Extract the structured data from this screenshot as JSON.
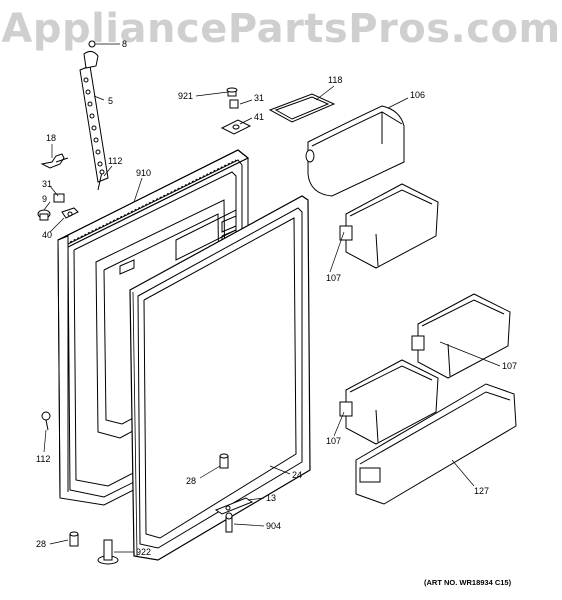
{
  "watermark": "AppliancePartsPros.com",
  "art_number": "(ART NO. WR18934 C15)",
  "callouts": {
    "c8": "8",
    "c5": "5",
    "c18": "18",
    "c112a": "112",
    "c910": "910",
    "c31a": "31",
    "c9": "9",
    "c40": "40",
    "c921": "921",
    "c31b": "31",
    "c41": "41",
    "c118": "118",
    "c106": "106",
    "c107a": "107",
    "c107b": "107",
    "c107c": "107",
    "c112b": "112",
    "c28a": "28",
    "c24": "24",
    "c13": "13",
    "c904": "904",
    "c28b": "28",
    "c922": "922",
    "c127": "127"
  }
}
